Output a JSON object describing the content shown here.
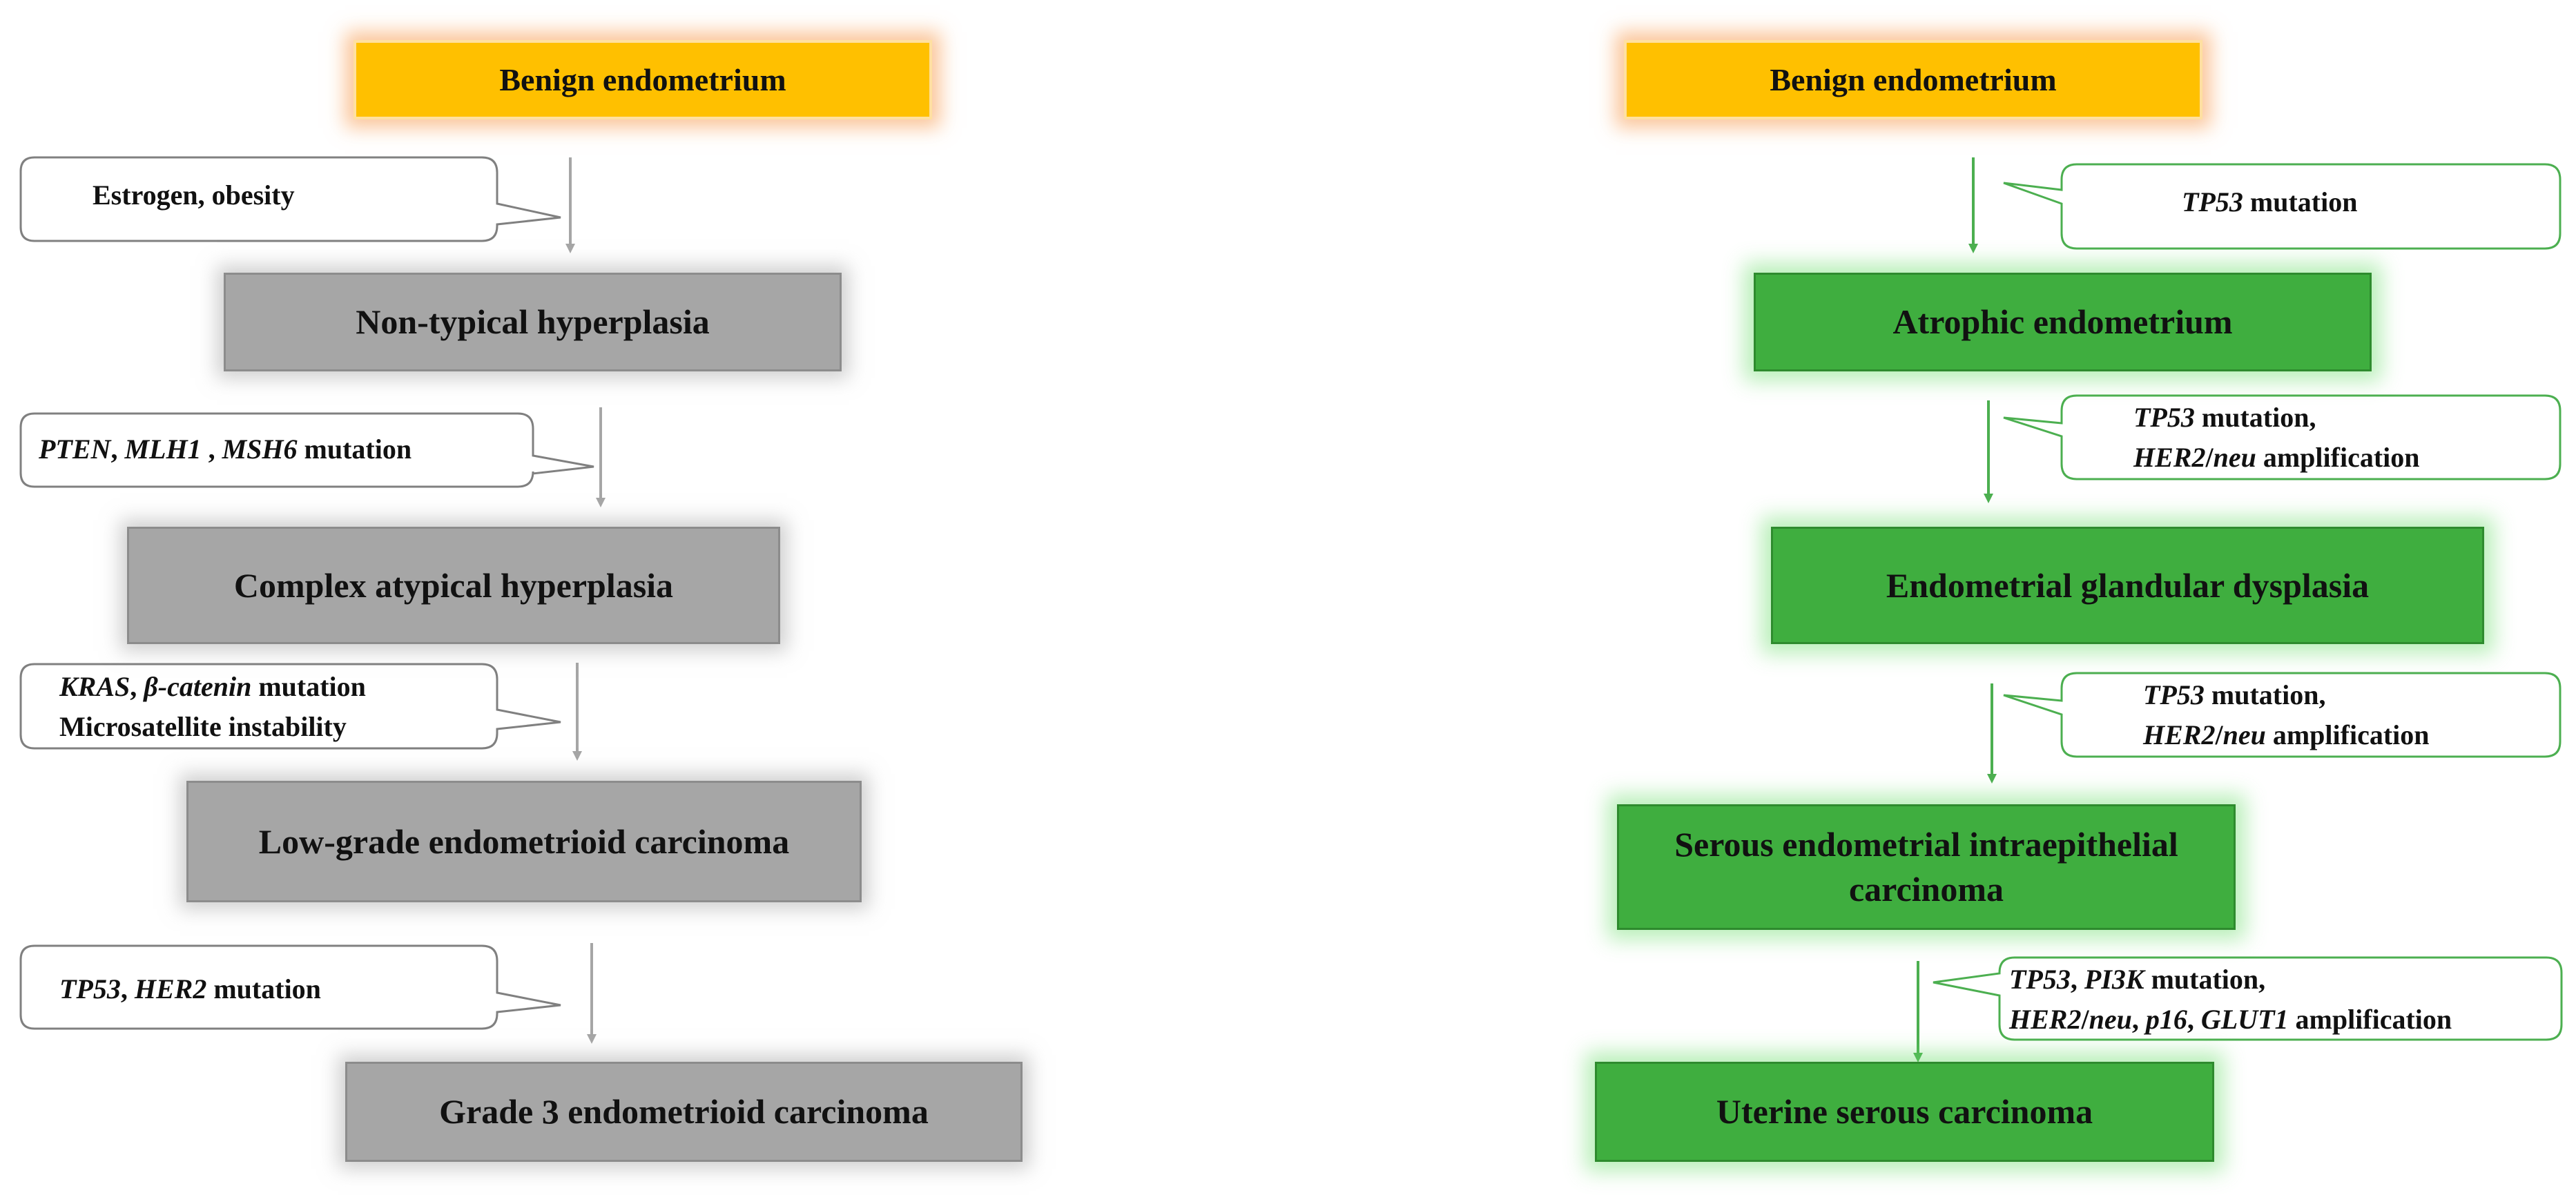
{
  "left": {
    "nodes": [
      "Benign endometrium",
      "Non-typical hyperplasia",
      "Complex atypical hyperplasia",
      "Low-grade endometrioid carcinoma",
      "Grade 3 endometrioid carcinoma"
    ],
    "callouts": {
      "c1": {
        "l1": "Estrogen, obesity"
      },
      "c2": {
        "g1": "PTEN",
        "s1": ", ",
        "g2": "MLH1",
        "s2": " , ",
        "g3": "MSH6",
        "s3": " mutation"
      },
      "c3": {
        "g1": "KRAS",
        "s1": ", ",
        "g2": "β-catenin",
        "s2": " mutation",
        "l2": "Microsatellite instability"
      },
      "c4": {
        "g1": "TP53",
        "s1": ", ",
        "g2": "HER2",
        "s2": " mutation"
      }
    }
  },
  "right": {
    "nodes": [
      "Benign endometrium",
      "Atrophic endometrium",
      "Endometrial glandular dysplasia",
      "Serous endometrial intraepithelial carcinoma",
      "Uterine serous carcinoma"
    ],
    "callouts": {
      "c1": {
        "g1": "TP53",
        "s1": " mutation"
      },
      "c2": {
        "g1": "TP53",
        "s1": " mutation,",
        "g2": "HER2",
        "s2": "/",
        "g3": "neu",
        "s3": " amplification"
      },
      "c3": {
        "g1": "TP53",
        "s1": " mutation,",
        "g2": "HER2",
        "s2": "/",
        "g3": "neu",
        "s3": " amplification"
      },
      "c4": {
        "g1": "TP53",
        "s1": ", ",
        "g2": "PI3K",
        "s2": " mutation,",
        "g3": "HER2",
        "s3": "/",
        "g4": "neu",
        "s4": ", ",
        "g5": "p16",
        "s5": ", ",
        "g6": "GLUT1",
        "s6": "  amplification"
      }
    }
  },
  "colors": {
    "orange": "#ffc000",
    "gray": "#a6a6a6",
    "green": "#3fae3f",
    "gray_line": "#a6a6a6",
    "green_line": "#4caf50"
  }
}
